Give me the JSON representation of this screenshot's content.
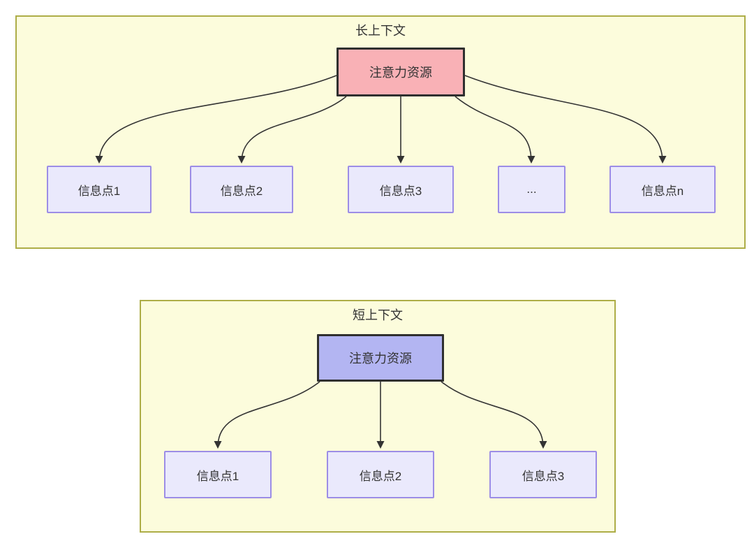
{
  "diagrams": [
    {
      "id": "long-context",
      "title": "长上下文",
      "source": {
        "label": "注意力资源"
      },
      "targets": [
        {
          "label": "信息点1"
        },
        {
          "label": "信息点2"
        },
        {
          "label": "信息点3"
        },
        {
          "label": "..."
        },
        {
          "label": "信息点n"
        }
      ]
    },
    {
      "id": "short-context",
      "title": "短上下文",
      "source": {
        "label": "注意力资源"
      },
      "targets": [
        {
          "label": "信息点1"
        },
        {
          "label": "信息点2"
        },
        {
          "label": "信息点3"
        }
      ]
    }
  ],
  "colors": {
    "container_fill": "#fcfcdc",
    "container_border": "#adad47",
    "long_source_fill": "#f9b1b6",
    "short_source_fill": "#b3b5f2",
    "info_fill": "#eae9fc",
    "info_border": "#9c8de6",
    "arrow": "#333333",
    "dark": "#2f2f2f",
    "text": "#333333"
  }
}
